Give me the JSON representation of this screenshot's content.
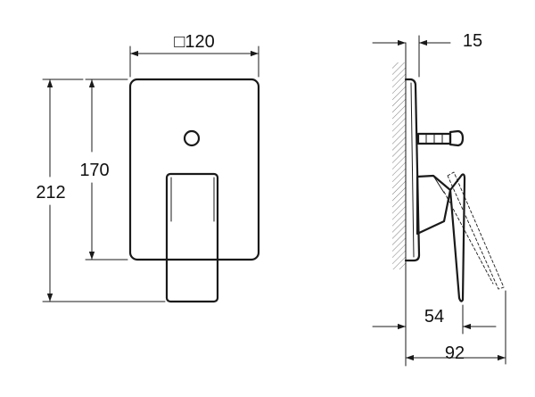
{
  "front_view": {
    "width_label": "□120",
    "height_plate_label": "170",
    "height_total_label": "212"
  },
  "side_view": {
    "plate_depth_label": "15",
    "handle_depth_label": "54",
    "total_depth_label": "92"
  },
  "colors": {
    "line": "#1a1a1a",
    "background": "#ffffff"
  }
}
